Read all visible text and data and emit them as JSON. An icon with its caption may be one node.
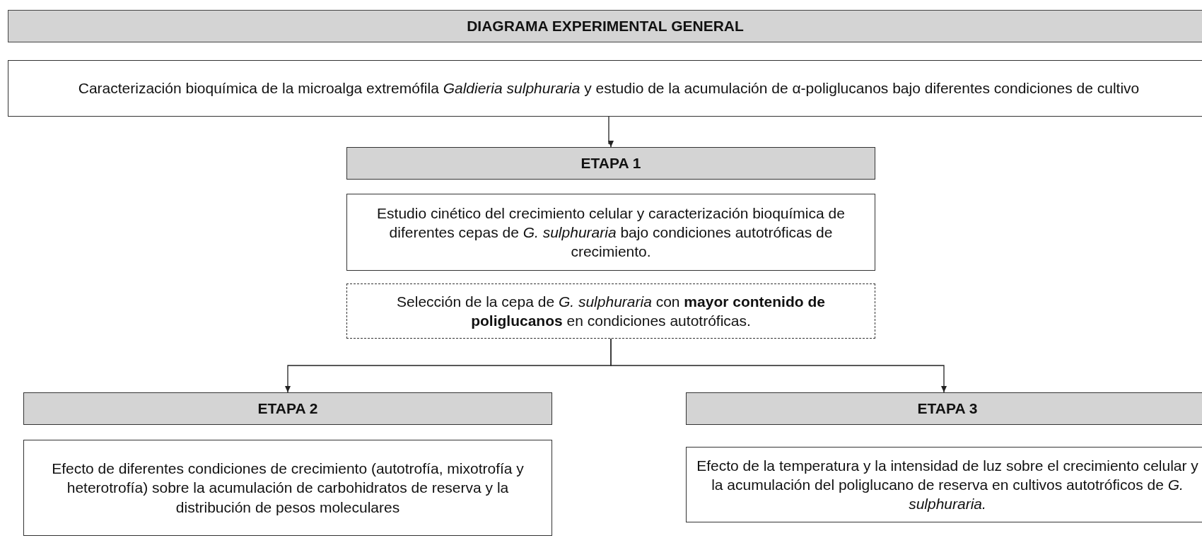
{
  "diagram": {
    "title": "DIAGRAMA EXPERIMENTAL GENERAL",
    "nodes": [
      {
        "text": [
          "Caracterización bioquímica de la microalga extremófila *Galdieria sulphuraria* y estudio de la acumulación de α-poliglucanos bajo diferentes condiciones de cultivo"
        ]
      },
      {
        "text": [
          "ETAPA 1"
        ]
      },
      {
        "text": [
          "Estudio cinético del crecimiento celular y caracterización bioquímica de diferentes cepas de *G. sulphuraria* bajo condiciones autotróficas de crecimiento."
        ]
      },
      {
        "text": [
          "Selección de la cepa de *G. sulphuraria* con **mayor contenido de poliglucanos** en condiciones autotróficas."
        ]
      },
      {
        "text": [
          "ETAPA 2"
        ]
      },
      {
        "text": [
          "Efecto de diferentes condiciones de crecimiento (autotrofía, mixotrofía y heterotrofía) sobre la acumulación de carbohidratos de reserva y la distribución de pesos moleculares"
        ]
      },
      {
        "text": [
          "ETAPA 3"
        ]
      },
      {
        "text": [
          "Efecto de la temperatura y la intensidad de luz sobre el crecimiento celular y la acumulación del poliglucano de reserva en  cultivos autotróficos de *G. sulphuraria.*"
        ]
      }
    ],
    "edges": [
      {
        "from": 0,
        "to": 1,
        "arrow": "to"
      },
      {
        "from": 3,
        "to": 4,
        "arrow": "to"
      },
      {
        "from": 3,
        "to": 6,
        "arrow": "to"
      }
    ]
  }
}
